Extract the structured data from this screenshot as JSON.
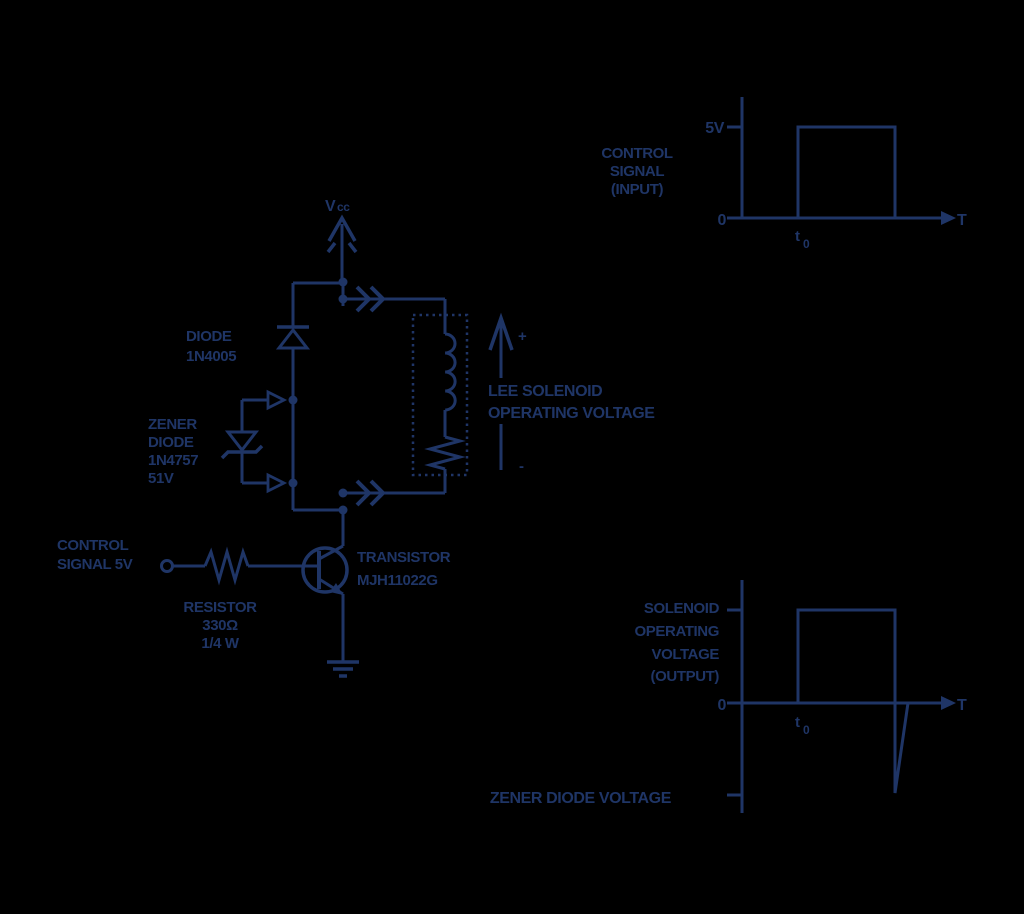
{
  "colors": {
    "ink": "#1f3566",
    "background": "#000000"
  },
  "circuit": {
    "vcc_main": "V",
    "vcc_sub": "cc",
    "diode_line1": "DIODE",
    "diode_line2": "1N4005",
    "zener_line1": "ZENER",
    "zener_line2": "DIODE",
    "zener_line3": "1N4757",
    "zener_line4": "51V",
    "control_line1": "CONTROL",
    "control_line2": "SIGNAL 5V",
    "resistor_line1": "RESISTOR",
    "resistor_line2": "330Ω",
    "resistor_line3": "1/4 W",
    "transistor_line1": "TRANSISTOR",
    "transistor_line2": "MJH11022G",
    "solenoid_line1": "LEE SOLENOID",
    "solenoid_line2": "OPERATING VOLTAGE",
    "plus": "+",
    "minus": "-"
  },
  "input_graph": {
    "title_line1": "CONTROL",
    "title_line2": "SIGNAL",
    "title_line3": "(INPUT)",
    "level_label": "5V",
    "zero_label": "0",
    "time_label": "T",
    "t_main": "t",
    "t_sub": "0"
  },
  "output_graph": {
    "title_line1": "SOLENOID",
    "title_line2": "OPERATING",
    "title_line3": "VOLTAGE",
    "title_line4": "(OUTPUT)",
    "zero_label": "0",
    "time_label": "T",
    "t_main": "t",
    "t_sub": "0",
    "zener_label": "ZENER DIODE VOLTAGE"
  },
  "chart_data": [
    {
      "type": "line",
      "title": "CONTROL SIGNAL (INPUT)",
      "xlabel": "T",
      "ylabels": [
        "5V",
        "0"
      ],
      "x_event": "t0",
      "series": [
        {
          "name": "control-signal",
          "points": [
            [
              "0",
              "0"
            ],
            [
              "t0",
              "0"
            ],
            [
              "t0",
              "5V"
            ],
            [
              "t_end",
              "5V"
            ],
            [
              "t_end",
              "0"
            ]
          ]
        }
      ],
      "legend_position": "left",
      "grid": false
    },
    {
      "type": "line",
      "title": "SOLENOID OPERATING VOLTAGE (OUTPUT)",
      "xlabel": "T",
      "ylabels": [
        "solenoid operating voltage",
        "0",
        "zener diode voltage"
      ],
      "x_event": "t0",
      "series": [
        {
          "name": "solenoid-voltage",
          "points": [
            [
              "0",
              "0"
            ],
            [
              "t0",
              "0"
            ],
            [
              "t0",
              "V_op"
            ],
            [
              "t_end",
              "V_op"
            ],
            [
              "t_end",
              "-V_zener"
            ],
            [
              "t_end+",
              "0"
            ]
          ]
        }
      ],
      "annotations": [
        "ZENER DIODE VOLTAGE"
      ],
      "legend_position": "left",
      "grid": false
    }
  ]
}
